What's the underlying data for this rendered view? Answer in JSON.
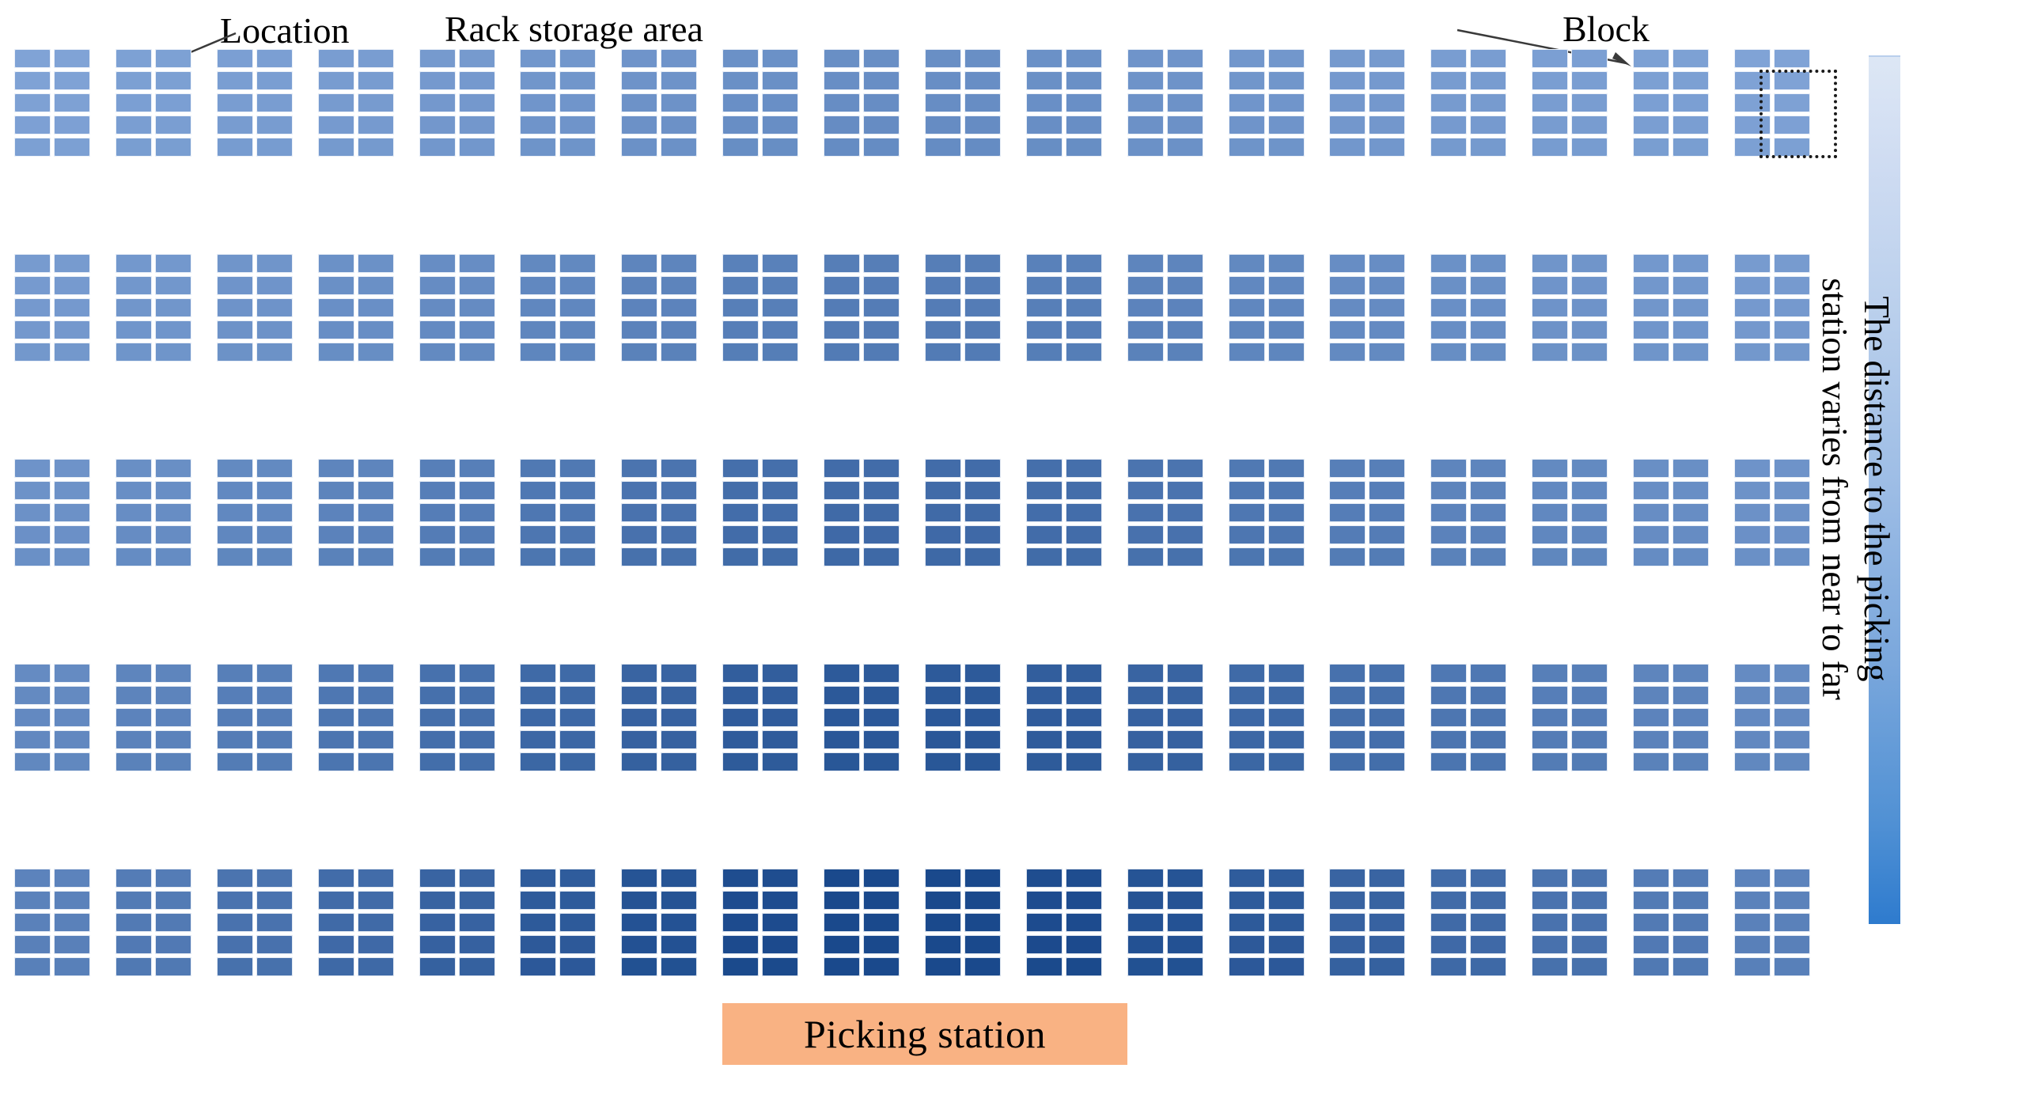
{
  "figure": {
    "title_label": "Rack storage area",
    "location_label": "Location",
    "block_label": "Block",
    "picking_station_label": "Picking  station",
    "legend_line1": "The distance to the picking",
    "legend_line2": "station varies from near to far",
    "legend_min_color": "#dde7f5",
    "legend_max_color": "#2e7bce",
    "picking_station_color": "#f9b283",
    "outline_style": "dotted"
  },
  "chart_data": {
    "type": "heatmap",
    "title": "Rack storage area",
    "xlabel": "",
    "ylabel": "",
    "legend_title": "The distance to the picking station varies from near to far",
    "colorscale": [
      "#dde7f5",
      "#2e7bce"
    ],
    "grid": false,
    "block_rows": 5,
    "block_cols": 18,
    "cells_per_block_cols": 2,
    "cells_per_block_rows": 5,
    "description": "Warehouse rack layout: 18 block columns by 5 block rows; each block holds 10 storage locations (2 x 5). Cell shade encodes distance to the picking station located at bottom-center: darker = nearer.",
    "values": [
      [
        0.1,
        0.12,
        0.14,
        0.16,
        0.19,
        0.22,
        0.25,
        0.28,
        0.3,
        0.3,
        0.28,
        0.25,
        0.22,
        0.19,
        0.16,
        0.14,
        0.12,
        0.1
      ],
      [
        0.18,
        0.21,
        0.24,
        0.28,
        0.32,
        0.36,
        0.4,
        0.44,
        0.47,
        0.47,
        0.44,
        0.4,
        0.36,
        0.32,
        0.28,
        0.24,
        0.21,
        0.18
      ],
      [
        0.26,
        0.3,
        0.35,
        0.4,
        0.46,
        0.52,
        0.57,
        0.62,
        0.65,
        0.65,
        0.62,
        0.57,
        0.52,
        0.46,
        0.4,
        0.35,
        0.3,
        0.26
      ],
      [
        0.34,
        0.4,
        0.46,
        0.53,
        0.6,
        0.67,
        0.73,
        0.79,
        0.83,
        0.83,
        0.79,
        0.73,
        0.67,
        0.6,
        0.53,
        0.46,
        0.4,
        0.34
      ],
      [
        0.42,
        0.49,
        0.57,
        0.65,
        0.73,
        0.81,
        0.89,
        0.96,
        1.0,
        1.0,
        0.96,
        0.89,
        0.81,
        0.73,
        0.65,
        0.57,
        0.49,
        0.42
      ]
    ]
  },
  "annotations": [
    {
      "name": "location",
      "text": "Location",
      "points_to": "single storage location cell"
    },
    {
      "name": "block",
      "text": "Block",
      "points_to": "dotted rectangle around one rack block"
    }
  ]
}
